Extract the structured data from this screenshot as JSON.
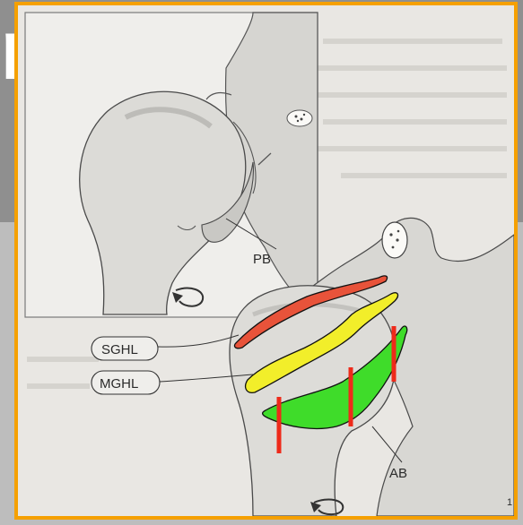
{
  "slide": {
    "title_fragment": "r"
  },
  "figure": {
    "labels": {
      "pb": "PB",
      "sghl": "SGHL",
      "mghl": "MGHL",
      "ab": "AB",
      "page_mark": "1"
    },
    "colors": {
      "frame": "#f5a000",
      "sghl_band": "#e8533a",
      "mghl_band": "#f2ee2a",
      "ab_band": "#3fdc2a",
      "marker": "#ee2a1a"
    }
  }
}
